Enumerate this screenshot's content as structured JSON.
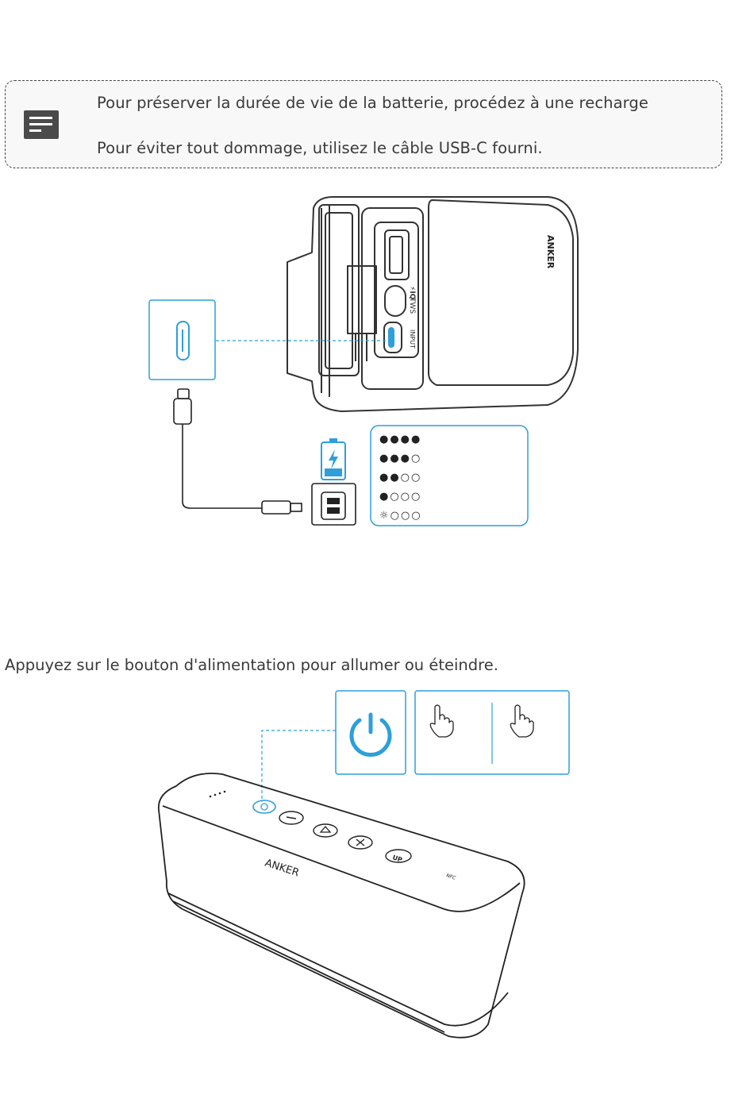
{
  "note": {
    "icon": "note-icon",
    "line1": "Pour préserver la durée de vie de la batterie, procédez à une recharge",
    "line2": "Pour éviter tout dommage, utilisez le câble USB-C fourni."
  },
  "charging_figure": {
    "port_labels": [
      "TWS",
      "INPUT"
    ],
    "brand": "ANKER",
    "battery_icon": "battery-charging-icon",
    "charger_icon": "usb-charger-icon",
    "led_rows": [
      "●●●●",
      "●●●○",
      "●●○○",
      "●○○○",
      "☼○○○"
    ]
  },
  "power_section": {
    "instruction": "Appuyez sur le bouton d'alimentation pour allumer ou éteindre.",
    "power_icon": "power-icon",
    "press_icons": [
      "hand-press-icon",
      "hand-press-icon"
    ],
    "speaker_brand": "ANKER",
    "nfc_label": "NFC"
  },
  "colors": {
    "accent": "#2e9fd8",
    "text": "#3a3a3a",
    "line": "#333333"
  }
}
